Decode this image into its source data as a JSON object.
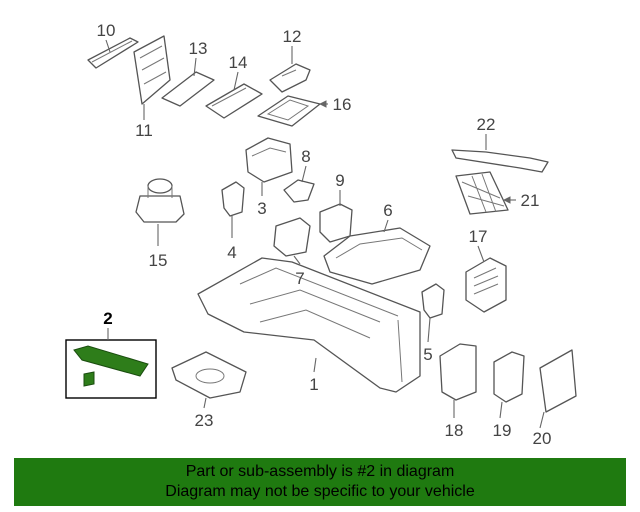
{
  "callouts": [
    "1",
    "2",
    "3",
    "4",
    "5",
    "6",
    "7",
    "8",
    "9",
    "10",
    "11",
    "12",
    "13",
    "14",
    "15",
    "16",
    "17",
    "18",
    "19",
    "20",
    "21",
    "22",
    "23"
  ],
  "highlight": {
    "part_number": "2",
    "color": "#2e7d1a"
  },
  "banner": {
    "line1": "Part or sub-assembly is #2 in diagram",
    "line2": "Diagram may not be specific to your vehicle",
    "background": "#1f7a10"
  }
}
